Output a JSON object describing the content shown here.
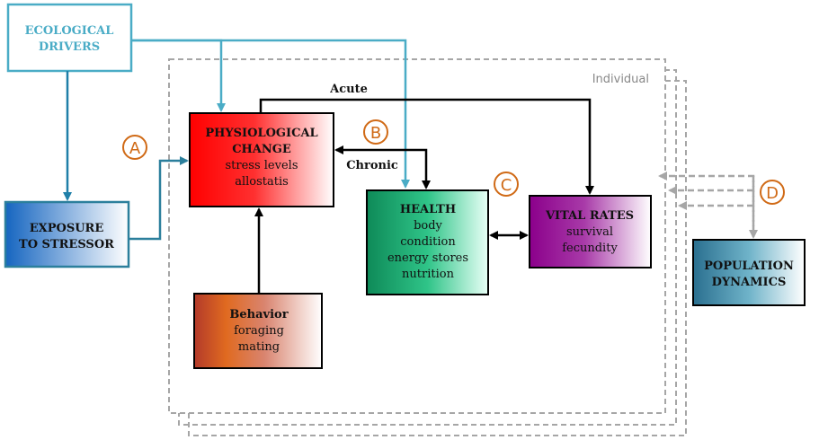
{
  "individual_label": "Individual",
  "nodes": {
    "ecological_drivers": {
      "lines": [
        "ECOLOGICAL",
        "DRIVERS"
      ]
    },
    "exposure": {
      "lines": [
        "EXPOSURE",
        "TO STRESSOR"
      ]
    },
    "physiological": {
      "title": [
        "PHYSIOLOGICAL",
        "CHANGE"
      ],
      "items": [
        "stress levels",
        "allostatis"
      ]
    },
    "behavior": {
      "title": [
        "Behavior"
      ],
      "items": [
        "foraging",
        "mating"
      ]
    },
    "health": {
      "title": [
        "HEALTH"
      ],
      "items": [
        "body",
        "condition",
        "energy stores",
        "nutrition"
      ]
    },
    "vital_rates": {
      "title": [
        "VITAL RATES"
      ],
      "items": [
        "survival",
        "fecundity"
      ]
    },
    "population": {
      "lines": [
        "POPULATION",
        "DYNAMICS"
      ]
    }
  },
  "edge_labels": {
    "acute": "Acute",
    "chronic": "Chronic"
  },
  "markers": {
    "a": "A",
    "b": "B",
    "c": "C",
    "d": "D"
  },
  "colors": {
    "eco_stroke": "#4aacc6",
    "eco_text": "#4aacc6",
    "exposure_grad": [
      "#1565c0",
      "#ffffff"
    ],
    "physio_grad": [
      "#ff0000",
      "#ffffff"
    ],
    "behavior_grad": [
      "#c0392b",
      "#ffffff"
    ],
    "health_grad": [
      "#0e8c5a",
      "#ffffff"
    ],
    "vital_grad": [
      "#8e0b8e",
      "#ffffff"
    ],
    "population_grad": [
      "#2e7c98",
      "#ffffff"
    ],
    "marker": "#d06a16",
    "dashed": "#a6a6a6"
  }
}
